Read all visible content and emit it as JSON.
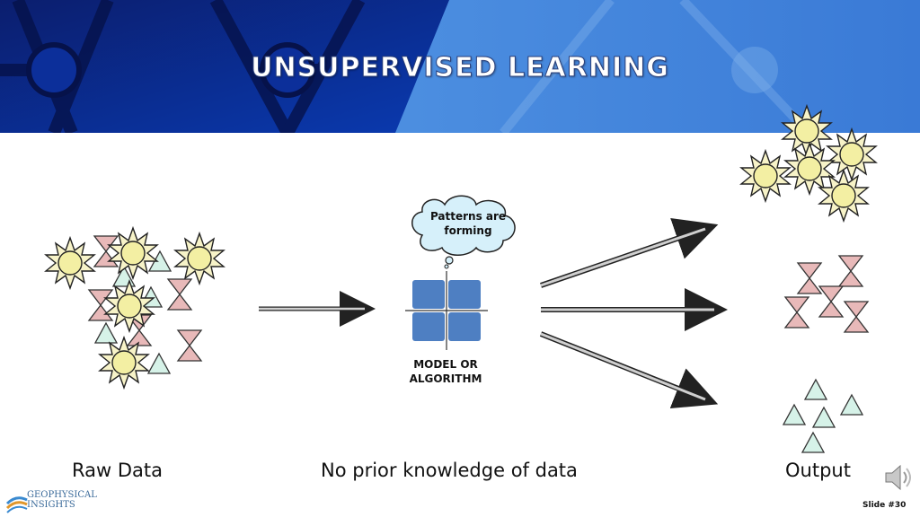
{
  "title": "UNSUPERVISED LEARNING",
  "thought_bubble": "Patterns are forming",
  "model_label_line1": "MODEL OR",
  "model_label_line2": "ALGORITHM",
  "raw_data_label": "Raw Data",
  "middle_label": "No prior knowledge of data",
  "output_label": "Output",
  "slide_number": "Slide #30",
  "logo": {
    "line1": "GEOPHYSICAL",
    "line2": "INSIGHTS"
  },
  "colors": {
    "sun": "#f3efa3",
    "hourglass": "#e8b9b9",
    "triangle": "#d6f2e8",
    "banner_dark": "#0a2a8a",
    "banner_light": "#4a90e0",
    "model_square": "#4e7fc2"
  }
}
